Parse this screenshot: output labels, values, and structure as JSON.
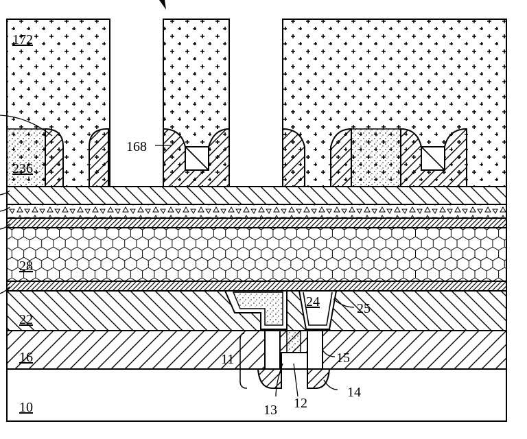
{
  "labels": {
    "l172": "172",
    "l236": "236",
    "l168": "168",
    "l28": "28",
    "l24": "24",
    "l25": "25",
    "l22": "22",
    "l16": "16",
    "l11": "11",
    "l15": "15",
    "l13": "13",
    "l12": "12",
    "l14": "14",
    "l10": "10"
  }
}
